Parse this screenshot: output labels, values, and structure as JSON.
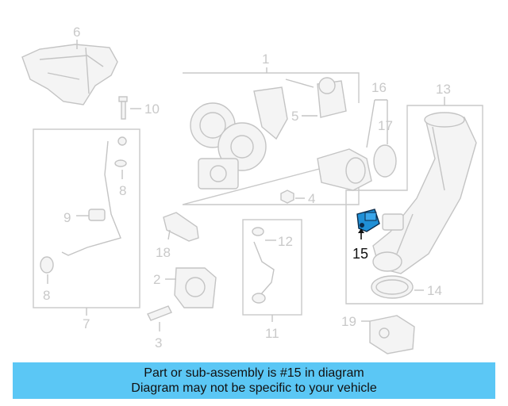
{
  "diagram": {
    "callouts": {
      "c1": "1",
      "c2": "2",
      "c3": "3",
      "c4": "4",
      "c5": "5",
      "c6": "6",
      "c7": "7",
      "c8a": "8",
      "c8b": "8",
      "c9": "9",
      "c10": "10",
      "c11": "11",
      "c12": "12",
      "c13": "13",
      "c14": "14",
      "c15": "15",
      "c16": "16",
      "c17": "17",
      "c18": "18",
      "c19": "19"
    },
    "highlight_color": "#1f8fd6"
  },
  "banner": {
    "line1": "Part or sub-assembly is #15 in diagram",
    "line2": "Diagram may not be specific to your vehicle",
    "color": "#5bc7f5"
  }
}
